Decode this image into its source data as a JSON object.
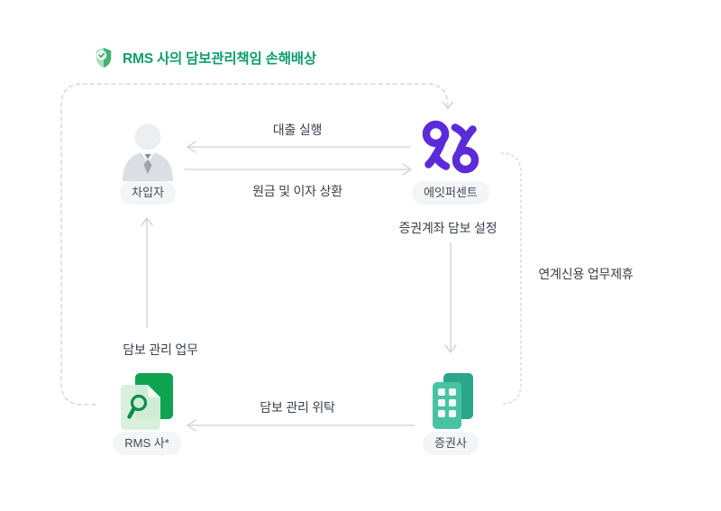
{
  "title": {
    "icon": "shield-check",
    "text": "RMS 사의 담보관리책임 손해배상"
  },
  "nodes": {
    "borrower": {
      "label": "차입자",
      "icon": "person"
    },
    "eightpercent": {
      "label": "에잇퍼센트",
      "icon": "eightpercent-logo"
    },
    "securities_firm": {
      "label": "증권사",
      "icon": "building"
    },
    "rms": {
      "label": "RMS 사*",
      "icon": "document-search"
    }
  },
  "flows": {
    "loan_execution": {
      "label": "대출 실행",
      "from": "eightpercent",
      "to": "borrower",
      "style": "solid-arrow-left"
    },
    "principal_interest_repayment": {
      "label": "원금 및 이자 상환",
      "from": "borrower",
      "to": "eightpercent",
      "style": "solid-arrow-right"
    },
    "securities_account_collateral_setup": {
      "label": "증권계좌 담보 설정",
      "from": "eightpercent",
      "to": "securities_firm",
      "style": "solid-arrow-down"
    },
    "collateral_management_consignment": {
      "label": "담보 관리 위탁",
      "from": "securities_firm",
      "to": "rms",
      "style": "solid-arrow-left"
    },
    "collateral_management_work": {
      "label": "담보 관리 업무",
      "from": "rms",
      "to": "borrower",
      "style": "solid-arrow-up"
    },
    "linked_credit_partnership": {
      "label": "연계신용 업무제휴",
      "between": [
        "eightpercent",
        "securities_firm"
      ],
      "style": "dashed-bracket"
    },
    "rms_liability_compensation": {
      "from": "rms",
      "to": "eightpercent",
      "style": "dashed-arrow",
      "described_by": "title"
    }
  },
  "colors": {
    "title_green": "#0E9D6E",
    "brand_purple": "#5B2BD9",
    "connector_gray": "#C9CFDA",
    "flow_label_text": "#3A414C",
    "pill_background": "#F3F5F7",
    "pill_text": "#434A55",
    "doc_green_dark": "#0FA24F",
    "doc_green_light": "#D7EFDC",
    "building_teal_front": "#47C3A4",
    "building_teal_back": "#2AA78B"
  }
}
